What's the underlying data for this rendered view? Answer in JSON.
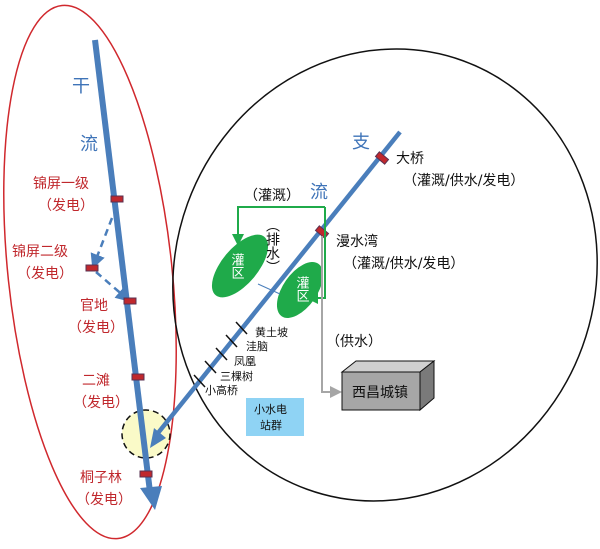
{
  "colors": {
    "river": "#4a7ebb",
    "main_region": "#d0282d",
    "station": "#c0282d",
    "irrigation": "#1faa4a",
    "city_box": "#a6a6a6",
    "hydro_box": "#8fd3f4",
    "confluence": "#fafac8"
  },
  "main_stream": {
    "label_chars": [
      "干",
      "流"
    ],
    "stations": [
      {
        "name": "锦屏一级",
        "role": "（发电）"
      },
      {
        "name": "锦屏二级",
        "role": "（发电）"
      },
      {
        "name": "官地",
        "role": "（发电）"
      },
      {
        "name": "二滩",
        "role": "（发电）"
      },
      {
        "name": "桐子林",
        "role": "（发电）"
      }
    ]
  },
  "tributary": {
    "label_chars": [
      "支",
      "流"
    ],
    "stations": [
      {
        "name": "大桥",
        "role": "（灌溉/供水/发电）"
      },
      {
        "name": "漫水湾",
        "role": "（灌溉/供水/发电）"
      }
    ],
    "small_stations": [
      "黄土坡",
      "洼脑",
      "凤凰",
      "三棵树",
      "小高桥"
    ],
    "irrigation_label": "（灌溉）",
    "drainage_label": "（排水）",
    "irrigation_areas": [
      "灌区",
      "灌区"
    ],
    "supply_label": "（供水）",
    "city": "西昌城镇",
    "hydro_group": [
      "小水电",
      "站群"
    ]
  }
}
